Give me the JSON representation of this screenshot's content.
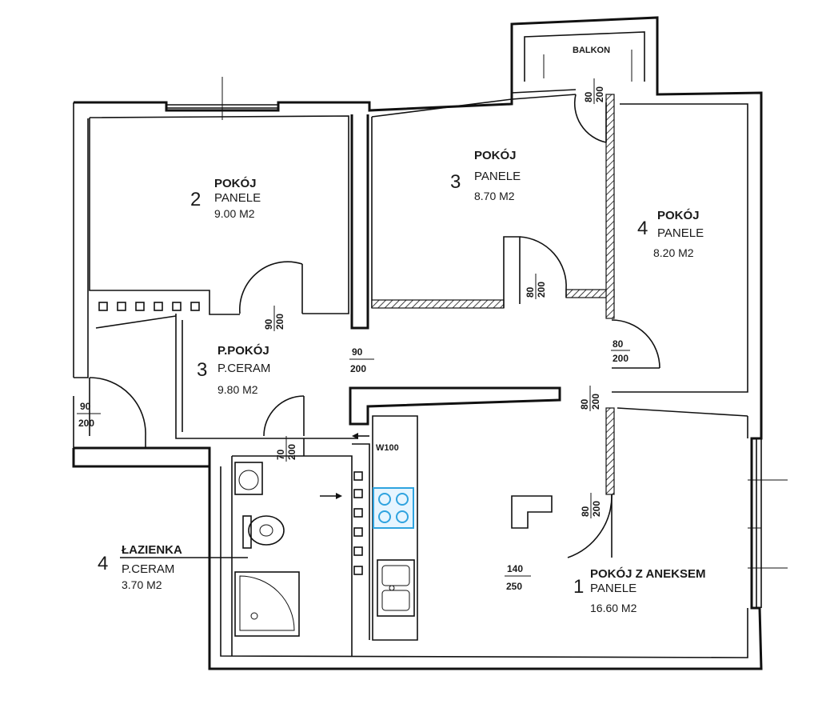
{
  "balcony": {
    "label": "BALKON"
  },
  "rooms": [
    {
      "id": "room-2",
      "number": "2",
      "name": "POKÓJ",
      "floor": "PANELE",
      "area": "9.00 M2"
    },
    {
      "id": "room-3",
      "number": "3",
      "name": "POKÓJ",
      "floor": "PANELE",
      "area": "8.70 M2"
    },
    {
      "id": "room-4",
      "number": "4",
      "name": "POKÓJ",
      "floor": "PANELE",
      "area": "8.20 M2"
    },
    {
      "id": "hall",
      "number": "3",
      "name": "P.POKÓJ",
      "floor": "P.CERAM",
      "area": "9.80 M2"
    },
    {
      "id": "bathroom",
      "number": "4",
      "name": "ŁAZIENKA",
      "floor": "P.CERAM",
      "area": "3.70 M2"
    },
    {
      "id": "living",
      "number": "1",
      "name": "POKÓJ Z ANEKSEM",
      "floor": "PANELE",
      "area": "16.60 M2"
    }
  ],
  "doors": [
    {
      "id": "balcony-door",
      "width": "80",
      "height": "200"
    },
    {
      "id": "room3-door",
      "width": "80",
      "height": "200"
    },
    {
      "id": "room4-door",
      "width": "80",
      "height": "200"
    },
    {
      "id": "room2-door",
      "width": "90",
      "height": "200"
    },
    {
      "id": "hall-opening",
      "width": "90",
      "height": "200"
    },
    {
      "id": "entrance-door",
      "width": "90",
      "height": "200"
    },
    {
      "id": "bathroom-door",
      "width": "70",
      "height": "200"
    },
    {
      "id": "corridor-door",
      "width": "80",
      "height": "200"
    },
    {
      "id": "living-door",
      "width": "80",
      "height": "200"
    },
    {
      "id": "kitchen-opening",
      "width": "140",
      "height": "250"
    }
  ],
  "annotations": {
    "ventilation": "W100"
  }
}
